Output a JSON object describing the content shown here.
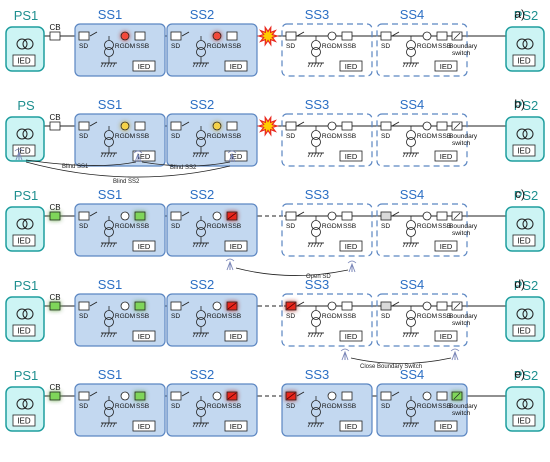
{
  "colors": {
    "ps_fill": "#cdf4f4",
    "ps_stroke": "#1f9e9e",
    "ss_fill": "#c3d8f0",
    "ss_stroke": "#5b86c2",
    "dash_stroke": "#5b86c2",
    "line": "#222222",
    "green": "#7fd65a",
    "red": "#e8281f",
    "fault": "#ffcc00",
    "yellow_glow": "#f5d24a",
    "red_glow": "#f24a3a",
    "ps_label": "#1f8f8f",
    "ss_label": "#2c6fc4",
    "antenna": "#7a86b8"
  },
  "labels": {
    "cb": "CB",
    "sd": "SD",
    "rgdm": "RGDM",
    "ssb": "SSB",
    "ied": "IED",
    "boundary": [
      "Boundary",
      "switch"
    ]
  },
  "panels": [
    {
      "tag": "a)",
      "ps_left": "PS1",
      "ps_right": "PS2",
      "ss": [
        {
          "name": "SS1",
          "style": "solid",
          "sd": "plain",
          "rgdm": "red-glow",
          "ssb": "plain"
        },
        {
          "name": "SS2",
          "style": "solid",
          "sd": "plain",
          "rgdm": "red-glow",
          "ssb": "plain"
        },
        {
          "name": "SS3",
          "style": "dashed",
          "sd": "plain",
          "rgdm": "plain",
          "ssb": "plain"
        },
        {
          "name": "SS4",
          "style": "dashed",
          "sd": "plain",
          "rgdm": "plain",
          "ssb": "plain",
          "boundary": "plain"
        }
      ],
      "cb": "plain",
      "fault": true,
      "gaps": [],
      "notes": []
    },
    {
      "tag": "b)",
      "ps_left": "PS",
      "ps_right": "PS2",
      "ss": [
        {
          "name": "SS1",
          "style": "solid",
          "sd": "plain",
          "rgdm": "yellow-glow",
          "ssb": "plain"
        },
        {
          "name": "SS2",
          "style": "solid",
          "sd": "plain",
          "rgdm": "yellow-glow",
          "ssb": "plain"
        },
        {
          "name": "SS3",
          "style": "dashed",
          "sd": "plain",
          "rgdm": "plain",
          "ssb": "plain"
        },
        {
          "name": "SS4",
          "style": "dashed",
          "sd": "plain",
          "rgdm": "plain",
          "ssb": "plain",
          "boundary": "plain"
        }
      ],
      "cb": "plain",
      "fault": true,
      "gaps": [],
      "notes": [
        "Blind SS1",
        "Blind SS2",
        "Blind SS2"
      ]
    },
    {
      "tag": "c)",
      "ps_left": "PS1",
      "ps_right": "PS2",
      "ss": [
        {
          "name": "SS1",
          "style": "solid",
          "sd": "plain",
          "rgdm": "plain",
          "ssb": "green"
        },
        {
          "name": "SS2",
          "style": "solid",
          "sd": "plain",
          "rgdm": "plain",
          "ssb": "red"
        },
        {
          "name": "SS3",
          "style": "dashed",
          "sd": "plain",
          "rgdm": "plain",
          "ssb": "plain"
        },
        {
          "name": "SS4",
          "style": "dashed",
          "sd": "grey",
          "rgdm": "plain",
          "ssb": "plain",
          "boundary": "plain"
        }
      ],
      "cb": "green",
      "fault": false,
      "gaps": [
        "ss2-ss3"
      ],
      "notes": [
        "Open SD"
      ]
    },
    {
      "tag": "d)",
      "ps_left": "PS1",
      "ps_right": "PS2",
      "ss": [
        {
          "name": "SS1",
          "style": "solid",
          "sd": "plain",
          "rgdm": "plain",
          "ssb": "green"
        },
        {
          "name": "SS2",
          "style": "solid",
          "sd": "plain",
          "rgdm": "plain",
          "ssb": "red"
        },
        {
          "name": "SS3",
          "style": "dashed",
          "sd": "red",
          "rgdm": "plain",
          "ssb": "plain"
        },
        {
          "name": "SS4",
          "style": "dashed",
          "sd": "grey",
          "rgdm": "plain",
          "ssb": "plain",
          "boundary": "plain"
        }
      ],
      "cb": "green",
      "fault": false,
      "gaps": [
        "ss2-ss3"
      ],
      "notes": [
        "Close Boundary Switch"
      ]
    },
    {
      "tag": "e)",
      "ps_left": "PS1",
      "ps_right": "PS2",
      "ss": [
        {
          "name": "SS1",
          "style": "solid",
          "sd": "plain",
          "rgdm": "plain",
          "ssb": "green"
        },
        {
          "name": "SS2",
          "style": "solid",
          "sd": "plain",
          "rgdm": "plain",
          "ssb": "red"
        },
        {
          "name": "SS3",
          "style": "solid",
          "sd": "red",
          "rgdm": "plain",
          "ssb": "plain"
        },
        {
          "name": "SS4",
          "style": "solid",
          "sd": "plain",
          "rgdm": "plain",
          "ssb": "plain",
          "boundary": "green"
        }
      ],
      "cb": "green",
      "fault": false,
      "gaps": [
        "ss2-ss3"
      ],
      "notes": []
    }
  ]
}
